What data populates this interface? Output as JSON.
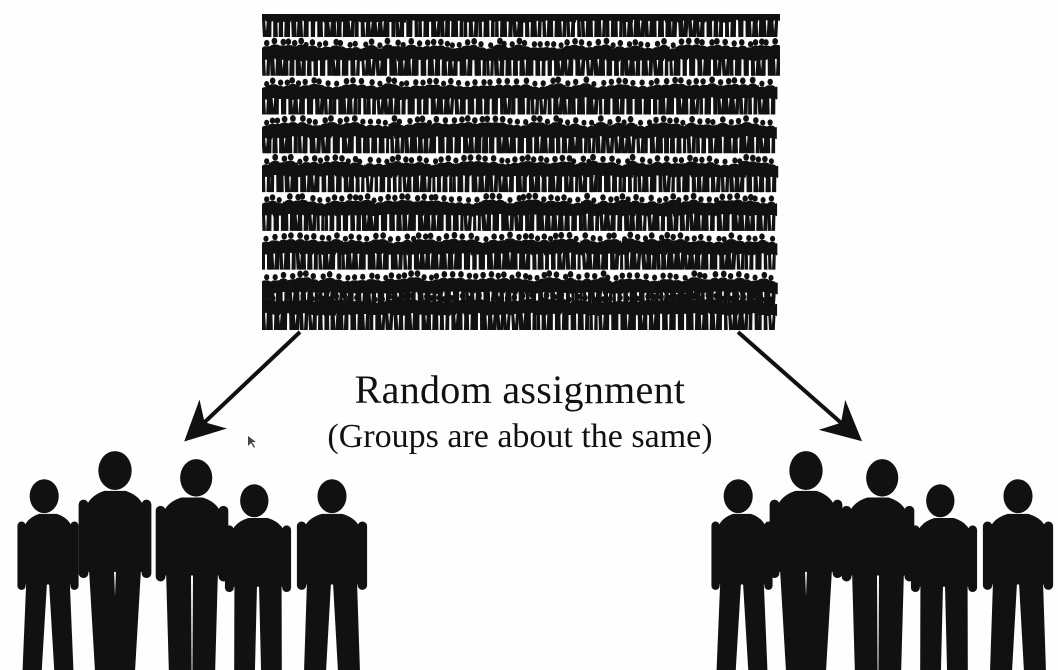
{
  "diagram": {
    "caption_main": "Random assignment",
    "caption_sub": "(Groups are about the same)",
    "colors": {
      "silhouette": "#111111",
      "background": "#fefefe",
      "text": "#111111"
    },
    "nodes": [
      {
        "id": "population",
        "icon": "crowd-silhouette-grid",
        "rows": 8
      },
      {
        "id": "group-a",
        "icon": "people-silhouettes",
        "count": 5
      },
      {
        "id": "group-b",
        "icon": "people-silhouettes",
        "count": 5
      }
    ],
    "edges": [
      {
        "from": "population",
        "to": "group-a",
        "icon": "arrow"
      },
      {
        "from": "population",
        "to": "group-b",
        "icon": "arrow"
      }
    ]
  }
}
